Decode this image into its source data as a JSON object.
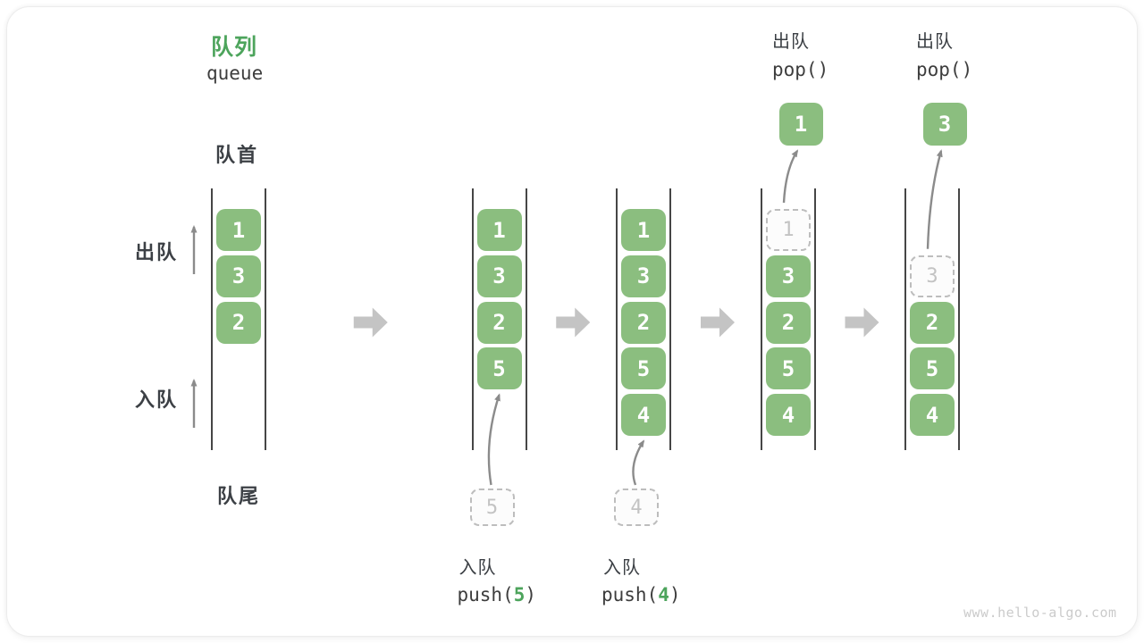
{
  "title": {
    "main": "队列",
    "sub": "queue"
  },
  "side_labels": {
    "front": "队首",
    "rear": "队尾",
    "dequeue": "出队",
    "enqueue": "入队"
  },
  "watermark": "www.hello-algo.com",
  "colors": {
    "title_green": "#4DA45C",
    "accent_green": "#4DA45C",
    "box_green": "#8BBE7F",
    "box_text": "#FFFFFF",
    "dashed_border": "#BDBDBD",
    "dashed_text": "#C3C3C3",
    "queue_line": "#464646",
    "label_text": "#3C4045",
    "thin_arrow": "#8B8B8B",
    "block_arrow": "#C4C4C4",
    "watermark_text": "#CBCBCB"
  },
  "queues": [
    {
      "cells": [
        {
          "row": 0,
          "value": "1"
        },
        {
          "row": 1,
          "value": "3"
        },
        {
          "row": 2,
          "value": "2"
        }
      ]
    },
    {
      "cells": [
        {
          "row": 0,
          "value": "1"
        },
        {
          "row": 1,
          "value": "3"
        },
        {
          "row": 2,
          "value": "2"
        },
        {
          "row": 3,
          "value": "5"
        }
      ],
      "push": {
        "label": "入队",
        "fn": "push(",
        "arg": "5",
        "close": ")",
        "staged_value": "5"
      }
    },
    {
      "cells": [
        {
          "row": 0,
          "value": "1"
        },
        {
          "row": 1,
          "value": "3"
        },
        {
          "row": 2,
          "value": "2"
        },
        {
          "row": 3,
          "value": "5"
        },
        {
          "row": 4,
          "value": "4"
        }
      ],
      "push": {
        "label": "入队",
        "fn": "push(",
        "arg": "4",
        "close": ")",
        "staged_value": "4"
      }
    },
    {
      "cells": [
        {
          "row": 0,
          "value": "1",
          "dashed": true
        },
        {
          "row": 1,
          "value": "3"
        },
        {
          "row": 2,
          "value": "2"
        },
        {
          "row": 3,
          "value": "5"
        },
        {
          "row": 4,
          "value": "4"
        }
      ],
      "pop": {
        "label": "出队",
        "fn": "pop()",
        "popped_value": "1"
      }
    },
    {
      "cells": [
        {
          "row": 1,
          "value": "3",
          "dashed": true
        },
        {
          "row": 2,
          "value": "2"
        },
        {
          "row": 3,
          "value": "5"
        },
        {
          "row": 4,
          "value": "4"
        }
      ],
      "pop": {
        "label": "出队",
        "fn": "pop()",
        "popped_value": "3"
      }
    }
  ]
}
